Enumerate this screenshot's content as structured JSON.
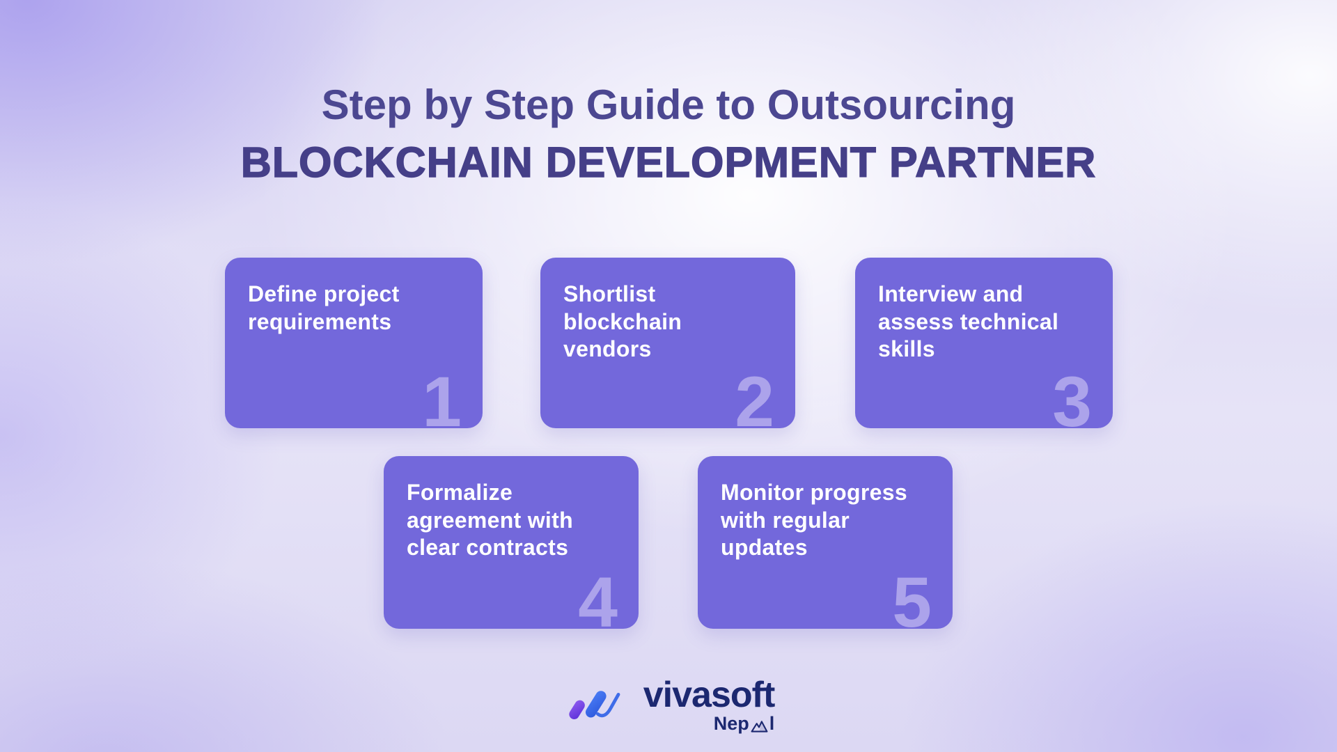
{
  "title": {
    "line1": "Step by Step Guide to Outsourcing",
    "line2": "BLOCKCHAIN DEVELOPMENT PARTNER"
  },
  "steps": [
    {
      "number": "1",
      "title": "Define project\nrequirements"
    },
    {
      "number": "2",
      "title": "Shortlist\nblockchain\nvendors"
    },
    {
      "number": "3",
      "title": "Interview and\nassess technical\nskills"
    },
    {
      "number": "4",
      "title": "Formalize\nagreement with\nclear contracts"
    },
    {
      "number": "5",
      "title": "Monitor progress\nwith regular\nupdates"
    }
  ],
  "footer": {
    "brand": "vivasoft",
    "region": "Nepal",
    "region_prefix": "Nep",
    "region_suffix": "l"
  },
  "colors": {
    "card_background": "#7368DB",
    "card_number": "#ACA3EB",
    "card_text": "#FFFFFF",
    "title_text": "#4A4489",
    "brand_text": "#1C2870",
    "logo_purple": "#7A42E8",
    "logo_blue": "#3E6EE8",
    "background_lavender": "#D9D5F3"
  }
}
